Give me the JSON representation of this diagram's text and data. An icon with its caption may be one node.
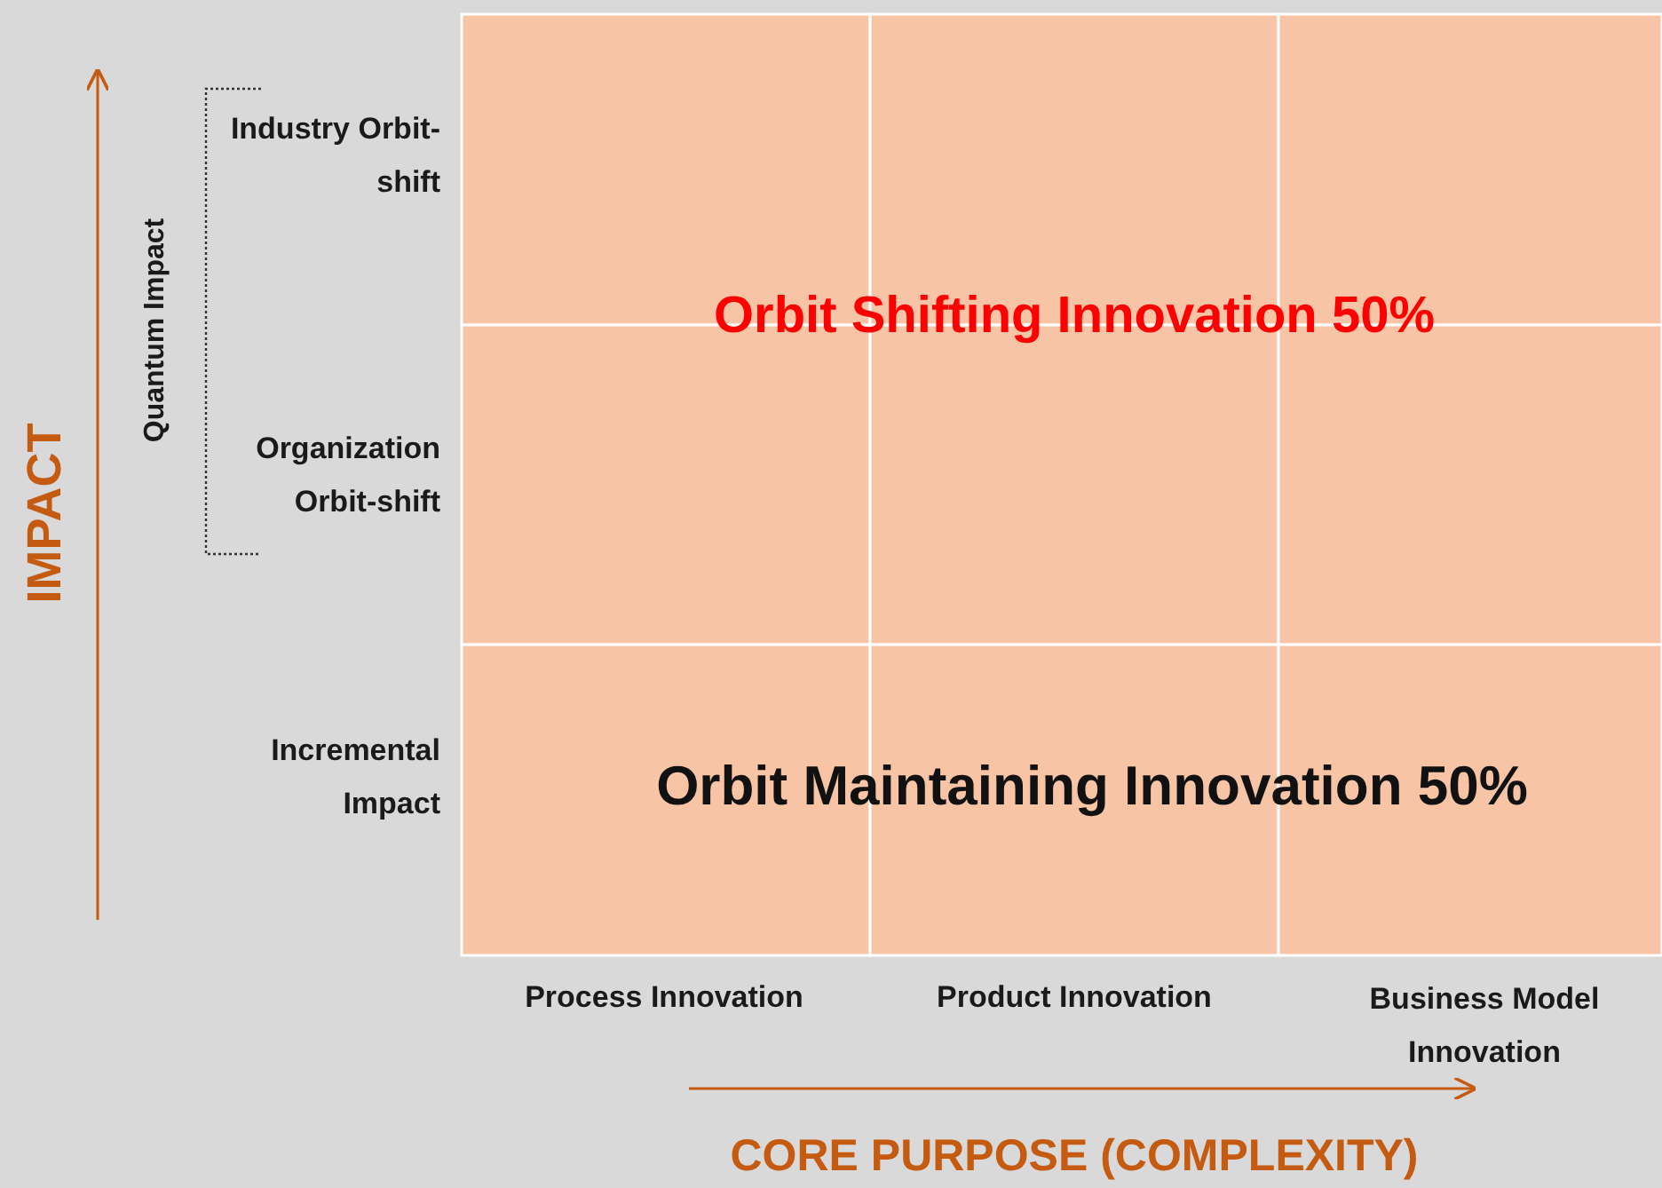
{
  "diagram": {
    "labels": [
      "Industry Orbit-shift",
      "Quantum Impact",
      "Orbit Shifting Innovation 50%",
      "Organization Orbit-shift",
      "IMPACT",
      "Incremental Impact",
      "Orbit Maintaining Innovation 50%",
      "Process Innovation",
      "Product Innovation",
      "Business Model Innovation",
      "CORE PURPOSE (COMPLEXITY)"
    ]
  }
}
